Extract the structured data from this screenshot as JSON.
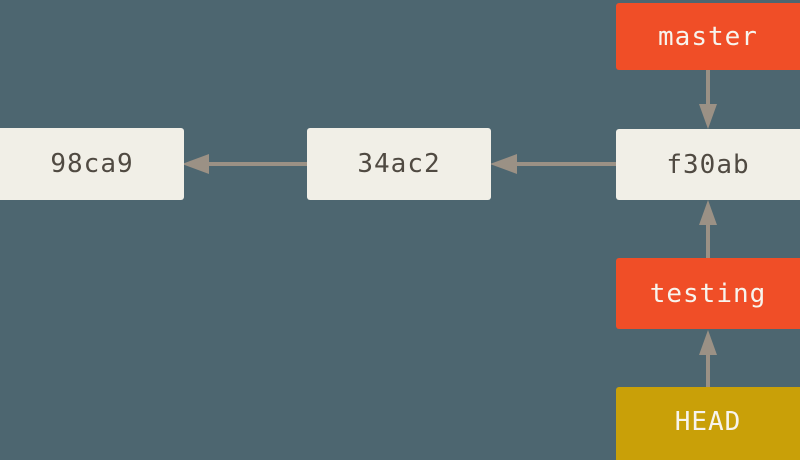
{
  "diagram": {
    "type": "git-commit-graph",
    "commits": [
      {
        "id": "98ca9"
      },
      {
        "id": "34ac2"
      },
      {
        "id": "f30ab"
      }
    ],
    "branches": [
      {
        "name": "master",
        "points_to": "f30ab"
      },
      {
        "name": "testing",
        "points_to": "f30ab"
      }
    ],
    "head": {
      "label": "HEAD",
      "points_to": "testing"
    },
    "edges": [
      {
        "from": "f30ab",
        "to": "34ac2",
        "kind": "parent"
      },
      {
        "from": "34ac2",
        "to": "98ca9",
        "kind": "parent"
      },
      {
        "from": "master",
        "to": "f30ab",
        "kind": "ref"
      },
      {
        "from": "testing",
        "to": "f30ab",
        "kind": "ref"
      },
      {
        "from": "HEAD",
        "to": "testing",
        "kind": "ref"
      }
    ]
  },
  "colors": {
    "background": "#4d6670",
    "commit_box": "#f1efe7",
    "commit_text": "#504a42",
    "branch_box": "#f04e27",
    "head_box": "#c9a008",
    "label_text": "#f7f4ed",
    "arrow": "#9b9185"
  }
}
